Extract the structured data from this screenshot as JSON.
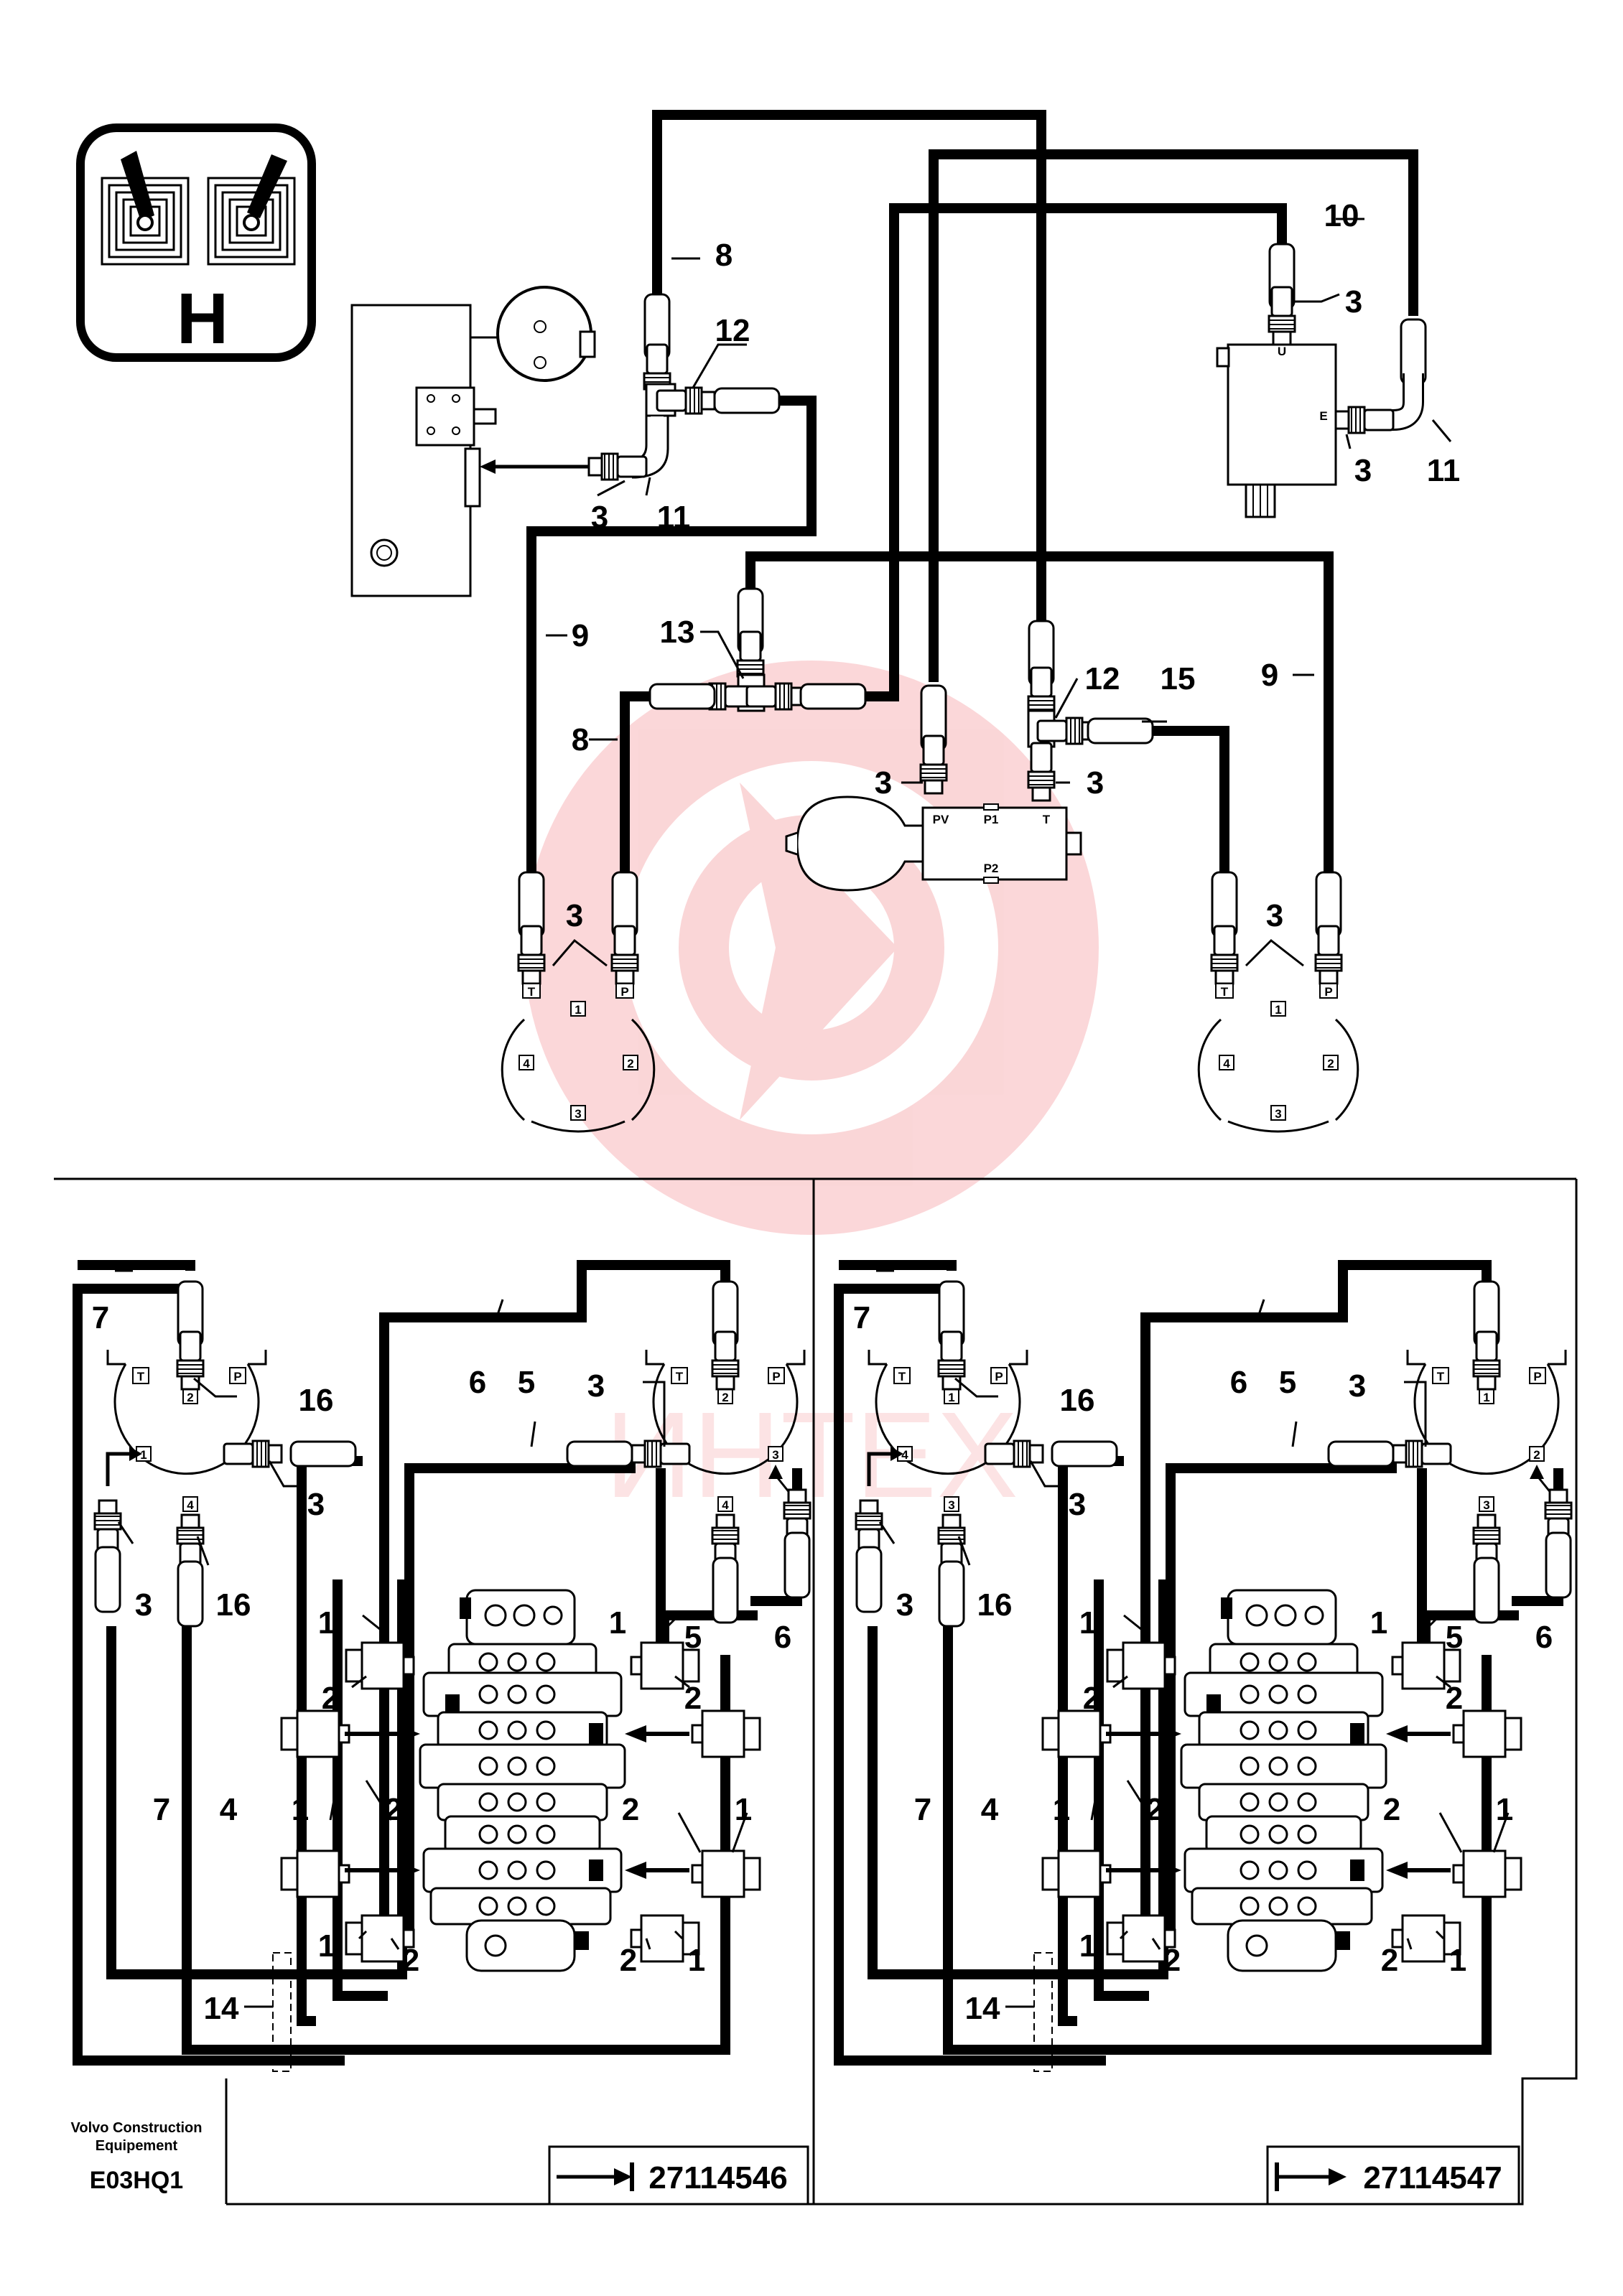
{
  "icon": {
    "letter": "H"
  },
  "labels": {
    "l8a": "8",
    "l12a": "12",
    "l10": "10",
    "l3u": "3",
    "l3e": "3",
    "l11e": "11",
    "l3h": "3",
    "l11h": "11",
    "l9a": "9",
    "l13": "13",
    "l8b": "8",
    "l12b": "12",
    "l15": "15",
    "l9b": "9",
    "l3pv": "3",
    "l3t": "3",
    "l3ml": "3",
    "l3mr": "3"
  },
  "ports": {
    "U": "U",
    "E": "E",
    "PV": "PV",
    "P1": "P1",
    "P2": "P2",
    "T": "T",
    "lm_T": "T",
    "lm_P": "P",
    "rm_T": "T",
    "rm_P": "P"
  },
  "numbers": {
    "n1": "1",
    "n2": "2",
    "n3": "3",
    "n4": "4"
  },
  "panels": [
    {
      "labels": {
        "a7": "7",
        "a16": "16",
        "a3": "3",
        "b3": "3",
        "b16": "16",
        "b3b": "3",
        "c6": "6",
        "c5": "5",
        "c3": "3",
        "d1": "1",
        "d5": "5",
        "d6": "6",
        "e2": "2",
        "e2b": "2",
        "f7": "7",
        "f4": "4",
        "f1": "1",
        "f2": "2",
        "f2b": "2",
        "f1b": "1",
        "g1": "1",
        "g2": "2",
        "g2b": "2",
        "g1b": "1",
        "h14": "14"
      },
      "ref": "27114546"
    },
    {
      "labels": {
        "a7": "7",
        "a16": "16",
        "a3": "3",
        "b3": "3",
        "b16": "16",
        "b3b": "3",
        "c6": "6",
        "c5": "5",
        "c3": "3",
        "d1": "1",
        "d5": "5",
        "d6": "6",
        "e2": "2",
        "e2b": "2",
        "f7": "7",
        "f4": "4",
        "f1": "1",
        "f2": "2",
        "f2b": "2",
        "f1b": "1",
        "g1": "1",
        "g2": "2",
        "g2b": "2",
        "g1b": "1",
        "h14": "14"
      },
      "ref": "27114547"
    }
  ],
  "footer": {
    "company_line1": "Volvo Construction",
    "company_line2": "Equipement",
    "code": "E03HQ1"
  },
  "watermark": {
    "text": "ИНТЕХ",
    "color": "#e8202a"
  }
}
